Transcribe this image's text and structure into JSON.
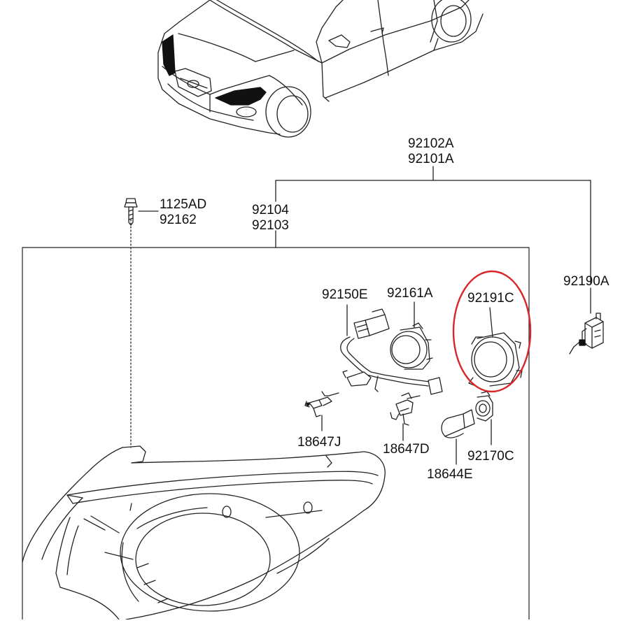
{
  "parts": {
    "assembly_right": "92102A",
    "assembly_left": "92101A",
    "housing_right": "92104",
    "housing_left": "92103",
    "screw_a": "1125AD",
    "screw_b": "92162",
    "leveling_actuator": "92190A",
    "wiring_harness": "92150E",
    "bulb_cap": "92161A",
    "socket_cap": "92191C",
    "bulb_socket": "92170C",
    "bulb_small": "18644E",
    "bulb_h_low": "18647D",
    "bulb_h_fog": "18647J"
  },
  "highlight": {
    "target": "92191C",
    "color": "#d8262a"
  },
  "colors": {
    "line": "#222222",
    "dark": "#111111"
  }
}
